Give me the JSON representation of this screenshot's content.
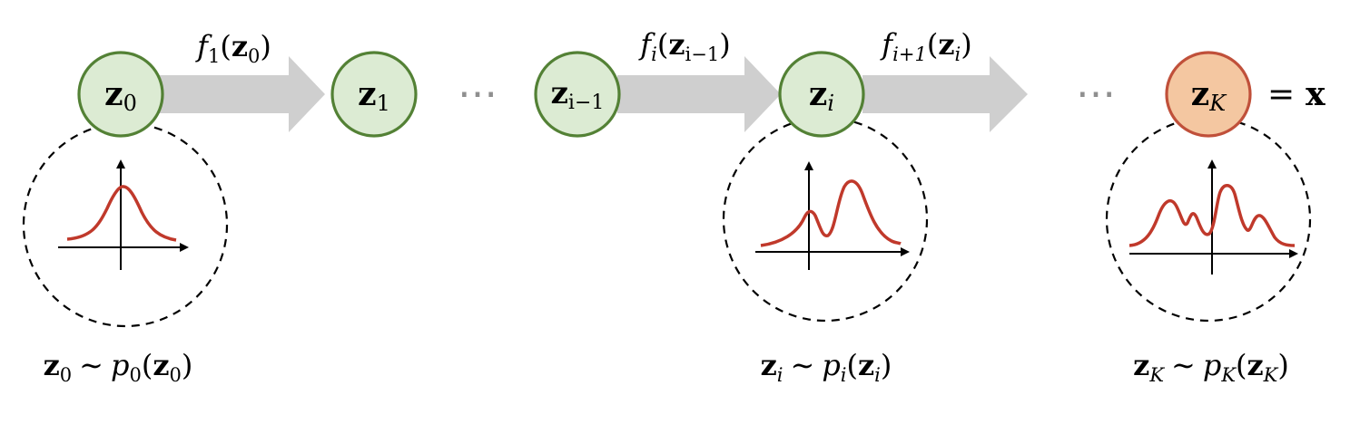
{
  "colors": {
    "node_fill": "#dcebd3",
    "node_stroke": "#538135",
    "final_fill": "#f4c7a1",
    "final_stroke": "#c0503a",
    "arrow": "#cfcfcf",
    "curve": "#c0392b",
    "dots": "#8f8f8f",
    "dashed": "#000000"
  },
  "nodes": [
    {
      "id": "z0",
      "main": "z",
      "sub": "0",
      "kind": "latent"
    },
    {
      "id": "z1",
      "main": "z",
      "sub": "1",
      "kind": "latent"
    },
    {
      "id": "zim1",
      "main": "z",
      "sub": "i−1",
      "kind": "latent"
    },
    {
      "id": "zi",
      "main": "z",
      "sub": "i",
      "kind": "latent"
    },
    {
      "id": "zK",
      "main": "z",
      "sub": "K",
      "kind": "output"
    }
  ],
  "equals_x": {
    "eq": "=",
    "x": "x"
  },
  "ellipsis": "⋯",
  "transforms": [
    {
      "f": "f",
      "fsub": "1",
      "zsub": "0"
    },
    {
      "f": "f",
      "fsub": "i",
      "zsub": "i−1"
    },
    {
      "f": "f",
      "fsub": "i+1",
      "zsub": "i"
    }
  ],
  "distributions": [
    {
      "id": "p0",
      "shape": "unimodal",
      "label": {
        "z": "z",
        "zsub": "0",
        "sim": "∼",
        "p": "p",
        "psub": "0"
      }
    },
    {
      "id": "pi",
      "shape": "bimodal",
      "label": {
        "z": "z",
        "zsub": "i",
        "sim": "∼",
        "p": "p",
        "psub": "i"
      }
    },
    {
      "id": "pK",
      "shape": "multimodal",
      "label": {
        "z": "z",
        "zsub": "K",
        "sim": "∼",
        "p": "p",
        "psub": "K"
      }
    }
  ]
}
